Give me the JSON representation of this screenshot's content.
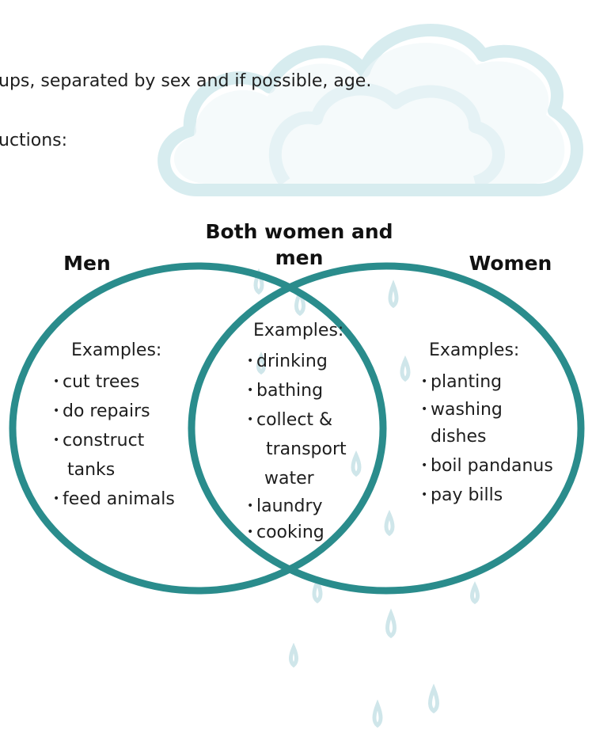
{
  "intro": {
    "line1": "ups, separated by sex and if possible, age.",
    "line2": "uctions:"
  },
  "venn": {
    "ring_color": "#2a8c8c",
    "left": {
      "heading": "Men",
      "examples_label": "Examples:",
      "items": [
        "cut trees",
        "do repairs",
        "construct",
        "tanks",
        "feed animals"
      ],
      "item_bullets": [
        true,
        true,
        true,
        false,
        true
      ]
    },
    "center": {
      "heading": "Both women and men",
      "examples_label": "Examples:",
      "items": [
        "drinking",
        "bathing",
        "collect &",
        "transport",
        "water",
        "laundry",
        "cooking"
      ],
      "item_bullets": [
        true,
        true,
        true,
        false,
        false,
        true,
        true
      ]
    },
    "right": {
      "heading": "Women",
      "examples_label": "Examples:",
      "items": [
        "planting",
        "washing",
        "dishes",
        "boil pandanus",
        "pay bills"
      ],
      "item_bullets": [
        true,
        true,
        false,
        true,
        true
      ]
    }
  },
  "background": {
    "cloud_color": "#d7ecef",
    "drop_color": "#c9e4e8"
  }
}
